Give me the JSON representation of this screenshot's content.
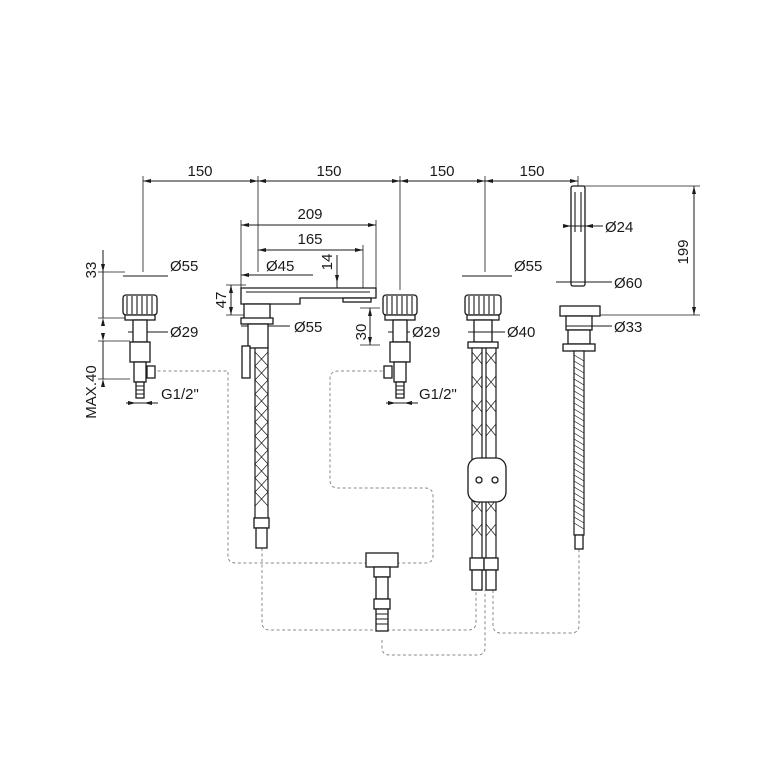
{
  "drawing": {
    "spacing": [
      "150",
      "150",
      "150",
      "150"
    ],
    "spout_length": "209",
    "spout_reach": "165",
    "d45": "Ø45",
    "d14": "14",
    "d47": "47",
    "d55_spout": "Ø55",
    "d30": "30",
    "valve_left": {
      "height": "33",
      "top_d": "Ø55",
      "neck_d": "Ø29",
      "max": "MAX.40",
      "thread": "G1/2\""
    },
    "valve_mid": {
      "neck_d": "Ø29",
      "thread": "G1/2\""
    },
    "diverter": {
      "top_d": "Ø55",
      "neck_d": "Ø40"
    },
    "hand_shower": {
      "height": "199",
      "handle_d": "Ø24",
      "holder_d": "Ø60",
      "base_d": "Ø33"
    }
  }
}
